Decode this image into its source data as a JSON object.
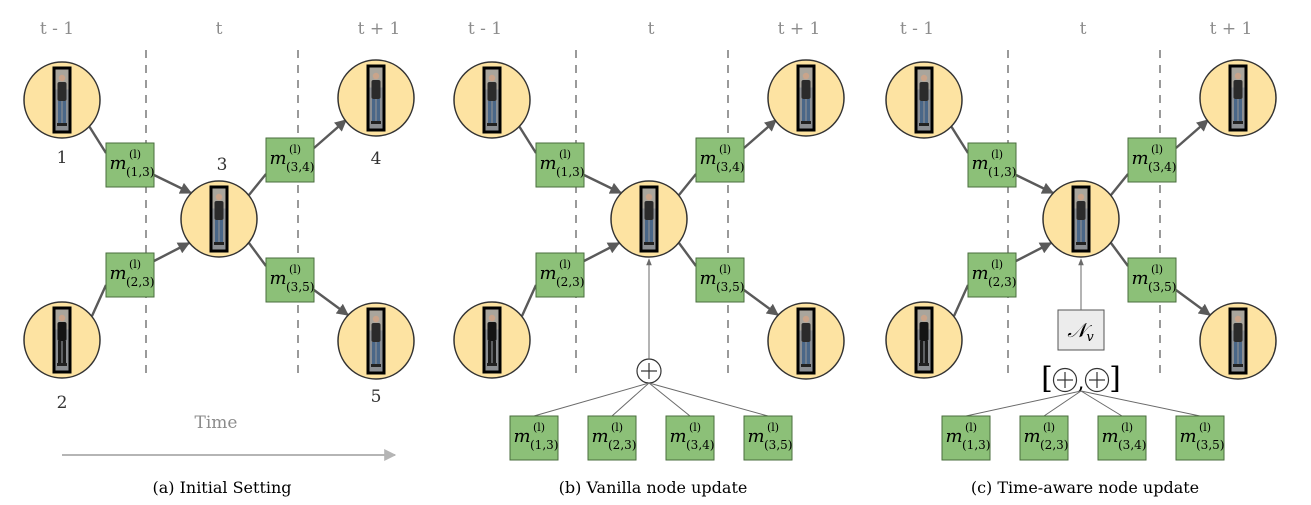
{
  "panels": [
    {
      "caption": "(a) Initial Setting",
      "time_labels": [
        "t - 1",
        "t",
        "t + 1"
      ],
      "node_numbers": [
        "1",
        "2",
        "3",
        "4",
        "5"
      ],
      "time_axis_label": "Time",
      "edge_messages": [
        {
          "sym": "m",
          "sup": "(l)",
          "sub": "(1,3)"
        },
        {
          "sym": "m",
          "sup": "(l)",
          "sub": "(2,3)"
        },
        {
          "sym": "m",
          "sup": "(l)",
          "sub": "(3,4)"
        },
        {
          "sym": "m",
          "sup": "(l)",
          "sub": "(3,5)"
        }
      ]
    },
    {
      "caption": "(b) Vanilla node update",
      "time_labels": [
        "t - 1",
        "t",
        "t + 1"
      ],
      "aggregator": "⊕",
      "edge_messages": [
        {
          "sym": "m",
          "sup": "(l)",
          "sub": "(1,3)"
        },
        {
          "sym": "m",
          "sup": "(l)",
          "sub": "(2,3)"
        },
        {
          "sym": "m",
          "sup": "(l)",
          "sub": "(3,4)"
        },
        {
          "sym": "m",
          "sup": "(l)",
          "sub": "(3,5)"
        }
      ],
      "bottom_messages": [
        {
          "sym": "m",
          "sup": "(l)",
          "sub": "(1,3)"
        },
        {
          "sym": "m",
          "sup": "(l)",
          "sub": "(2,3)"
        },
        {
          "sym": "m",
          "sup": "(l)",
          "sub": "(3,4)"
        },
        {
          "sym": "m",
          "sup": "(l)",
          "sub": "(3,5)"
        }
      ]
    },
    {
      "caption": "(c) Time-aware node update",
      "time_labels": [
        "t - 1",
        "t",
        "t + 1"
      ],
      "aggregator": "[⊕,⊕]",
      "nv_label": "𝒩",
      "nv_sub": "v",
      "edge_messages": [
        {
          "sym": "m",
          "sup": "(l)",
          "sub": "(1,3)"
        },
        {
          "sym": "m",
          "sup": "(l)",
          "sub": "(2,3)"
        },
        {
          "sym": "m",
          "sup": "(l)",
          "sub": "(3,4)"
        },
        {
          "sym": "m",
          "sup": "(l)",
          "sub": "(3,5)"
        }
      ],
      "bottom_messages": [
        {
          "sym": "m",
          "sup": "(l)",
          "sub": "(1,3)"
        },
        {
          "sym": "m",
          "sup": "(l)",
          "sub": "(2,3)"
        },
        {
          "sym": "m",
          "sup": "(l)",
          "sub": "(3,4)"
        },
        {
          "sym": "m",
          "sup": "(l)",
          "sub": "(3,5)"
        }
      ]
    }
  ]
}
